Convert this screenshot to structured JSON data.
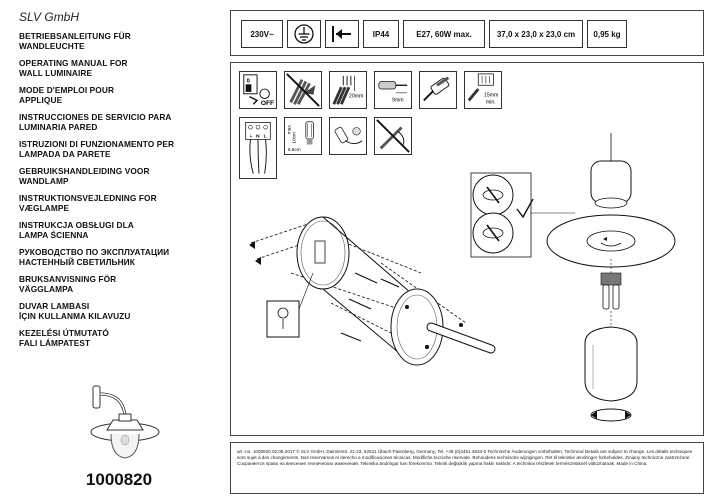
{
  "brand": "SLV GmbH",
  "titles": [
    [
      "BETRIEBSANLEITUNG FÜR",
      "WANDLEUCHTE"
    ],
    [
      "OPERATING MANUAL FOR",
      "WALL LUMINAIRE"
    ],
    [
      "MODE D'EMPLOI POUR",
      "APPLIQUE"
    ],
    [
      "INSTRUCCIONES DE SERVICIO PARA",
      "LUMINARIA PARED"
    ],
    [
      "ISTRUZIONI DI FUNZIONAMENTO PER",
      "LAMPADA DA PARETE"
    ],
    [
      "GEBRUIKSHANDLEIDING VOOR",
      "WANDLAMP"
    ],
    [
      "INSTRUKTIONSVEJLEDNING FOR",
      "VÆGLAMPE"
    ],
    [
      "INSTRUKCJA OBSŁUGI DLA",
      "LAMPA ŚCIENNA"
    ],
    [
      "РУКОВОДСТВО ПО ЭКСПЛУАТАЦИИ",
      "НАСТЕННЫЙ СВЕТИЛЬНИК"
    ],
    [
      "BRUKSANVISNING FÖR",
      "VÄGGLAMPA"
    ],
    [
      "DUVAR LAMBASI",
      "İÇIN KULLANMA KILAVUZU"
    ],
    [
      "KEZELÉSI ÚTMUTATÓ",
      "FALI LÁMPATEST"
    ]
  ],
  "article_number": "1000820",
  "specs": {
    "voltage": "230V~",
    "protection": "IP44",
    "lamp": "E27, 60W max.",
    "dimensions": "37,0 x 23,0 x 23,0 cm",
    "weight": "0,95 kg",
    "ground_icon": "protective-earth-icon",
    "class_icon": "wall-mount-icon"
  },
  "pictograms": {
    "off": "OFF",
    "strip_length": "20mm",
    "wire_length": "9mm",
    "min_distance": "15mm",
    "min_label": "min.",
    "terminal_n": "N",
    "terminal_l": "L",
    "max_label": "max.",
    "lamp_height": "10cm",
    "lamp_width": "6,5cm"
  },
  "footer": "art.-no. 1000820   02.08.2017 © SLV GmbH, Daimlerstr. 21-23, 52531 Übach-Palenberg, Germany, Tel. +49 (0)2451 4833-0   Technische Änderungen vorbehalten, Technical Details are subject to change. Les détails techniques sont sujet à des changements. Nos reservamos el derecho a modificaciones técnicas. Modifiche tecniche riservate. Behoudens technische wijzigingen. Ret til tekniske ændringer forbeholdes. Zmiany techniczne zastrzeżone. Сохраняется право на внесение технических изменений. Tekniska ändringar kan förekomma. Teknik değişiklik yapma hakkı saklıdır. A technikai részletek természetüknél változhatnak. Made in China."
}
